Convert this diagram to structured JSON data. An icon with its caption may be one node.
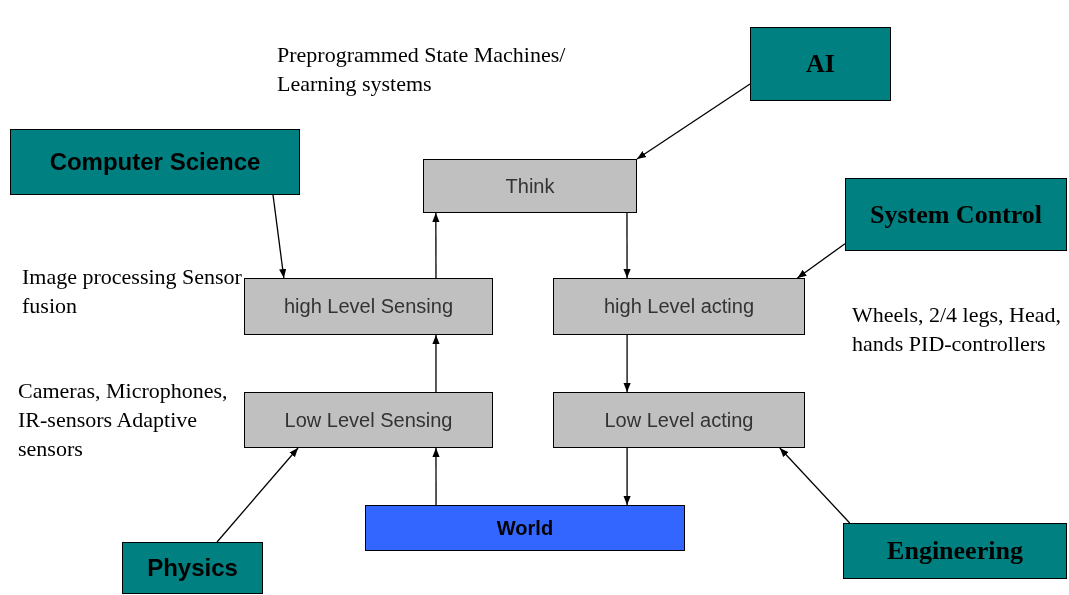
{
  "diagram": {
    "nodes": [
      {
        "text": [
          "AI"
        ]
      },
      {
        "text": [
          "Computer Science"
        ]
      },
      {
        "text": [
          "Think"
        ]
      },
      {
        "text": [
          "System Control"
        ]
      },
      {
        "text": [
          "high Level Sensing"
        ]
      },
      {
        "text": [
          "high Level acting"
        ]
      },
      {
        "text": [
          "Low Level Sensing"
        ]
      },
      {
        "text": [
          "Low Level acting"
        ]
      },
      {
        "text": [
          "World"
        ]
      },
      {
        "text": [
          "Physics"
        ]
      },
      {
        "text": [
          "Engineering"
        ]
      }
    ],
    "edges": [
      {
        "from": 0,
        "to": 2,
        "arrow": "to"
      },
      {
        "from": 1,
        "to": 4,
        "arrow": "to"
      },
      {
        "from": 4,
        "to": 2,
        "arrow": "to"
      },
      {
        "from": 2,
        "to": 5,
        "arrow": "to"
      },
      {
        "from": 3,
        "to": 5,
        "arrow": "to"
      },
      {
        "from": 6,
        "to": 4,
        "arrow": "to"
      },
      {
        "from": 5,
        "to": 7,
        "arrow": "to"
      },
      {
        "from": 8,
        "to": 6,
        "arrow": "to"
      },
      {
        "from": 7,
        "to": 8,
        "arrow": "to"
      },
      {
        "from": 9,
        "to": 6,
        "arrow": "to"
      },
      {
        "from": 10,
        "to": 7,
        "arrow": "to"
      }
    ],
    "labels": [
      "Preprogrammed State Machines/ Learning systems",
      "Image processing Sensor fusion",
      "Cameras, Microphones, IR-sensors Adaptive sensors",
      "Wheels, 2/4 legs, Head, hands PID-controllers"
    ]
  }
}
